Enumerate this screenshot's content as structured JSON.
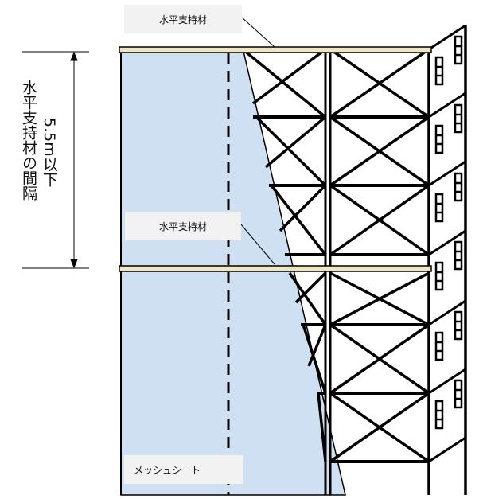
{
  "labels": {
    "top_member": "水平支持材",
    "mid_member": "水平支持材",
    "mesh": "メッシュシート",
    "dimension_line1": "水平支持材の間隔",
    "dimension_line2": "5.5m以下"
  },
  "colors": {
    "mesh_fill": "#cfe0f2",
    "beam_fill": "#efe6c4",
    "label_bg": "#f2f2f2",
    "line": "#000000"
  }
}
